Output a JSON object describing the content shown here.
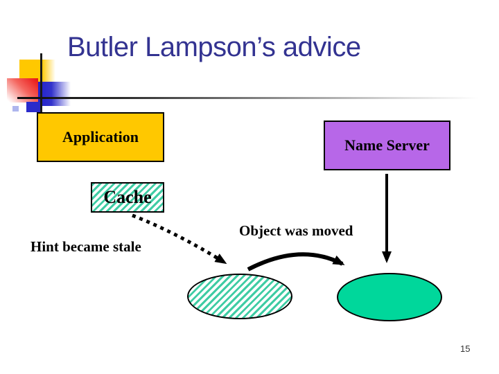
{
  "slide": {
    "title": "Butler Lampson’s advice",
    "page_number": "15"
  },
  "diagram": {
    "application_box": "Application",
    "name_server_box": "Name Server",
    "cache_box": "Cache",
    "hint_label": "Hint became stale",
    "moved_label": "Object was moved"
  },
  "colors": {
    "title": "#333391",
    "application_fill": "#FFC800",
    "name_server_fill": "#B767E8",
    "hatch_stripe": "#3FCCA4",
    "new_object_fill": "#00D79B",
    "arrow": "#000000"
  }
}
